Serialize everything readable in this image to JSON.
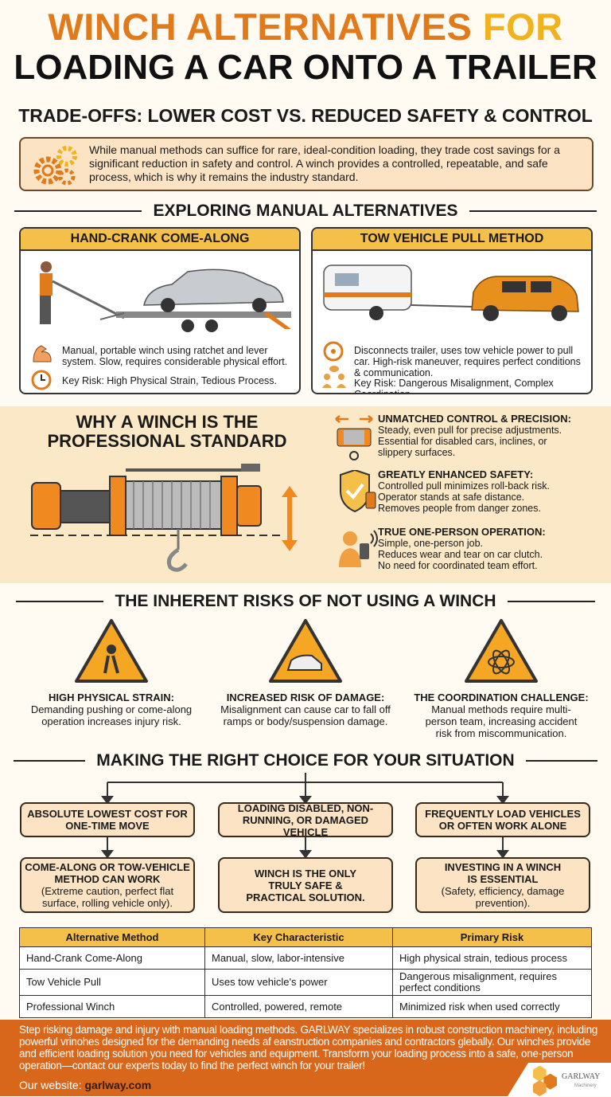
{
  "title": {
    "line1_main": "WINCH ALTERNATIVES",
    "line1_accent": "FOR",
    "line2": "LOADING A CAR ONTO A TRAILER"
  },
  "subtitle": "TRADE-OFFS: LOWER COST VS. REDUCED SAFETY & CONTROL",
  "intro": "While manual methods can suffice for rare, ideal-condition loading, they trade cost savings for a significant reduction in safety and control. A winch provides a controlled, repeatable, and safe process, which is why it remains the industry standard.",
  "sections": {
    "alternatives": "EXPLORING MANUAL ALTERNATIVES",
    "risks": "THE INHERENT RISKS OF NOT USING A WINCH",
    "choice": "MAKING THE RIGHT CHOICE FOR YOUR SITUATION"
  },
  "cards": [
    {
      "title": "HAND-CRANK COME-ALONG",
      "desc": "Manual, portable winch using ratchet and lever system. Slow, requires considerable physical effort.",
      "risk": "Key Risk: High Physical Strain, Tedious Process."
    },
    {
      "title": "TOW VEHICLE PULL METHOD",
      "desc": "Disconnects trailer, uses tow vehicle power to pull car. High-risk maneuver, requires perfect conditions & communication.",
      "risk": "Key Risk: Dangerous Misalignment, Complex Coordination."
    }
  ],
  "why": {
    "title": "WHY A WINCH IS THE PROFESSIONAL STANDARD",
    "features": [
      {
        "title": "UNMATCHED CONTROL & PRECISION:",
        "lines": [
          "Steady, even pull for precise adjustments.",
          "Essential for disabled cars, inclines, or",
          "slippery surfaces."
        ]
      },
      {
        "title": "GREATLY ENHANCED SAFETY:",
        "lines": [
          "Controlled pull minimizes roll-back risk.",
          "Operator stands at safe distance.",
          "Removes people from danger zones."
        ]
      },
      {
        "title": "TRUE ONE-PERSON OPERATION:",
        "lines": [
          "Simple, one-person job.",
          "Reduces wear and tear on car clutch.",
          "No need for coordinated team effort."
        ]
      }
    ]
  },
  "risks": [
    {
      "title": "HIGH PHYSICAL STRAIN:",
      "desc": "Demanding pushing or come-along operation increases injury risk."
    },
    {
      "title": "INCREASED RISK OF DAMAGE:",
      "desc": "Misalignment can cause car to fall off ramps or body/suspension damage."
    },
    {
      "title": "THE COORDINATION CHALLENGE:",
      "desc": "Manual methods require multi-person team, increasing accident risk from miscommunication."
    }
  ],
  "choices": [
    {
      "situation": "ABSOLUTE LOWEST COST FOR ONE-TIME MOVE",
      "result": "COME-ALONG OR TOW-VEHICLE METHOD CAN WORK",
      "note": "(Extreme caution, perfect flat surface, rolling vehicle only)."
    },
    {
      "situation": "LOADING DISABLED, NON-RUNNING, OR DAMAGED VEHICLE",
      "result": "WINCH IS THE ONLY TRULY SAFE & PRACTICAL SOLUTION.",
      "note": ""
    },
    {
      "situation": "FREQUENTLY LOAD VEHICLES OR OFTEN WORK ALONE",
      "result": "INVESTING IN A WINCH IS ESSENTIAL",
      "note": "(Safety, efficiency, damage prevention)."
    }
  ],
  "table": {
    "headers": [
      "Alternative Method",
      "Key Characteristic",
      "Primary Risk"
    ],
    "rows": [
      [
        "Hand-Crank Come-Along",
        "Manual, slow, labor-intensive",
        "High physical strain, tedious process"
      ],
      [
        "Tow Vehicle Pull",
        "Uses tow vehicle's power",
        "Dangerous misalignment, requires perfect conditions"
      ],
      [
        "Professional Winch",
        "Controlled, powered, remote",
        "Minimized risk when used correctly"
      ]
    ]
  },
  "footer": {
    "text": "Step risking damage and injury with manual loading methods. GARLWAY specializes in robust construction machinery, including powerful vrinohes designed for the demanding needs af eanstruction companies and contractors glebally. Our winches provide and efficient loading solution you need for vehicles and equipment. Transform your loading process into a safe, one·person operation—contact our experts today to find the perfect winch for your trailer!",
    "website_label": "Our website:",
    "website": "garlway.com",
    "logo_name": "GARLWAY",
    "logo_sub": "Machinery"
  },
  "colors": {
    "orange": "#e07a1a",
    "yellow": "#f5c04a",
    "cream": "#fbe8c6",
    "footer": "#d9671b"
  }
}
